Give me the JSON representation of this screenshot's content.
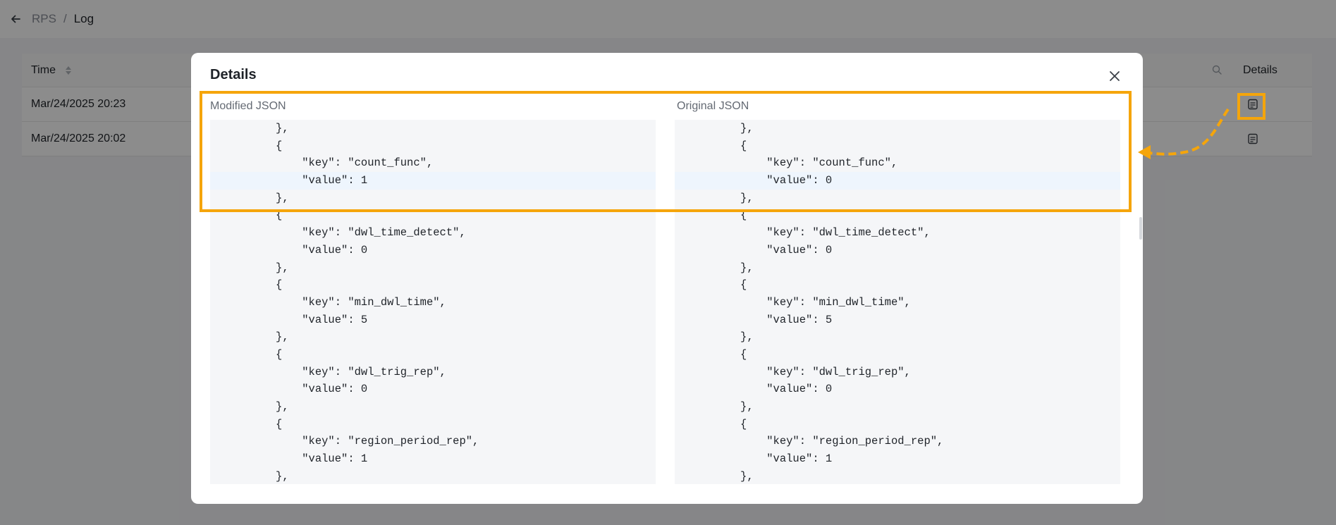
{
  "breadcrumb": {
    "parent": "RPS",
    "separator": "/",
    "current": "Log"
  },
  "table": {
    "headers": {
      "time": "Time",
      "details": "Details"
    },
    "rows": [
      {
        "time": "Mar/24/2025 20:23"
      },
      {
        "time": "Mar/24/2025 20:02"
      }
    ]
  },
  "modal": {
    "title": "Details",
    "modified_label": "Modified JSON",
    "original_label": "Original JSON",
    "modified_lines": [
      "          },",
      "          {",
      "              \"key\": \"count_func\",",
      "              \"value\": 1",
      "          },",
      "          {",
      "              \"key\": \"dwl_time_detect\",",
      "              \"value\": 0",
      "          },",
      "          {",
      "              \"key\": \"min_dwl_time\",",
      "              \"value\": 5",
      "          },",
      "          {",
      "              \"key\": \"dwl_trig_rep\",",
      "              \"value\": 0",
      "          },",
      "          {",
      "              \"key\": \"region_period_rep\",",
      "              \"value\": 1",
      "          },"
    ],
    "original_lines": [
      "          },",
      "          {",
      "              \"key\": \"count_func\",",
      "              \"value\": 0",
      "          },",
      "          {",
      "              \"key\": \"dwl_time_detect\",",
      "              \"value\": 0",
      "          },",
      "          {",
      "              \"key\": \"min_dwl_time\",",
      "              \"value\": 5",
      "          },",
      "          {",
      "              \"key\": \"dwl_trig_rep\",",
      "              \"value\": 0",
      "          },",
      "          {",
      "              \"key\": \"region_period_rep\",",
      "              \"value\": 1",
      "          },"
    ],
    "highlighted_line": 3
  },
  "colors": {
    "annotation": "#f5a50b",
    "diff_highlight": "#eef5fd"
  },
  "icons": {
    "back": "arrow-left-icon",
    "sort": "sort-icon",
    "search": "search-icon",
    "details": "document-icon",
    "close": "close-icon"
  }
}
